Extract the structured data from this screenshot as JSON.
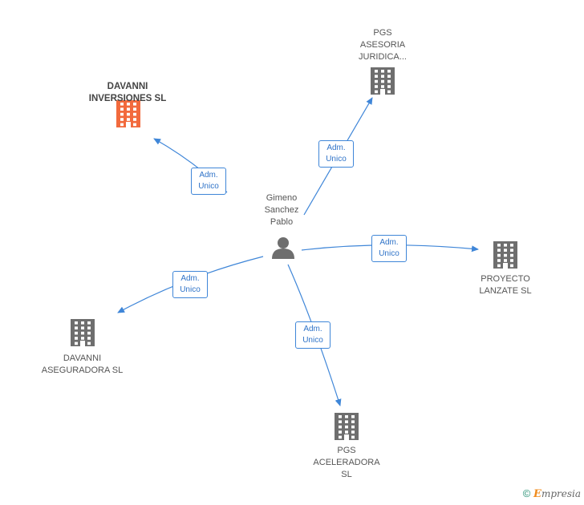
{
  "center": {
    "name": "Gimeno\nSanchez\nPablo",
    "icon": "person-icon"
  },
  "companies": [
    {
      "id": "davanni-inversiones",
      "name": "DAVANNI\nINVERSIONES SL",
      "color": "#f26a3d",
      "highlight": true,
      "icon": "building-icon"
    },
    {
      "id": "pgs-asesoria",
      "name": "PGS\nASESORIA\nJURIDICA...",
      "color": "#6e6e6e",
      "highlight": false,
      "icon": "building-icon"
    },
    {
      "id": "proyecto-lanzate",
      "name": "PROYECTO\nLANZATE SL",
      "color": "#6e6e6e",
      "highlight": false,
      "icon": "building-icon"
    },
    {
      "id": "davanni-aseguradora",
      "name": "DAVANNI\nASEGURADORA SL",
      "color": "#6e6e6e",
      "highlight": false,
      "icon": "building-icon"
    },
    {
      "id": "pgs-aceleradora",
      "name": "PGS\nACELERADORA\nSL",
      "color": "#6e6e6e",
      "highlight": false,
      "icon": "building-icon"
    }
  ],
  "edges": [
    {
      "target": "davanni-inversiones",
      "label": "Adm.\nUnico"
    },
    {
      "target": "pgs-asesoria",
      "label": "Adm.\nUnico"
    },
    {
      "target": "proyecto-lanzate",
      "label": "Adm.\nUnico"
    },
    {
      "target": "davanni-aseguradora",
      "label": "Adm.\nUnico"
    },
    {
      "target": "pgs-aceleradora",
      "label": "Adm.\nUnico"
    }
  ],
  "colors": {
    "edge": "#3f86d8",
    "person": "#6e6e6e"
  },
  "footer": {
    "copyright_symbol": "©",
    "brand_initial": "E",
    "brand_rest": "mpresia"
  }
}
